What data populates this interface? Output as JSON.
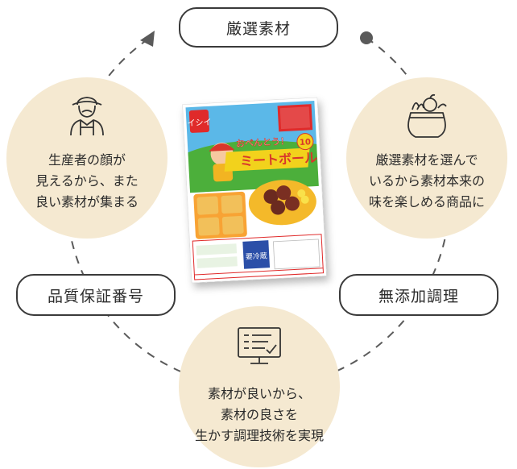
{
  "steps": {
    "top": {
      "label": "厳選素材"
    },
    "left": {
      "label": "品質保証番号"
    },
    "right": {
      "label": "無添加調理"
    }
  },
  "circles": {
    "producer": {
      "lines": [
        "生産者の顔が",
        "見えるから、また",
        "良い素材が集まる"
      ],
      "icon": "farmer-icon"
    },
    "ingredients": {
      "lines": [
        "厳選素材を選んで",
        "いるから素材本来の",
        "味を楽しめる商品に"
      ],
      "icon": "produce-sack-icon"
    },
    "cooking": {
      "lines": [
        "素材が良いから、",
        "素材の良さを",
        "生かす調理技術を実現"
      ],
      "icon": "monitor-checklist-icon"
    }
  },
  "product": {
    "name": "ミートボール",
    "tagline": "おべんとう！",
    "count_badge": "10",
    "storage_label": "要冷蔵",
    "brand_logo": "イシイ"
  },
  "colors": {
    "circle_fill": "#f5e9d1",
    "ring": "#5a5a5a",
    "pill_border": "#3a3a3a",
    "text": "#2b2b2b"
  }
}
